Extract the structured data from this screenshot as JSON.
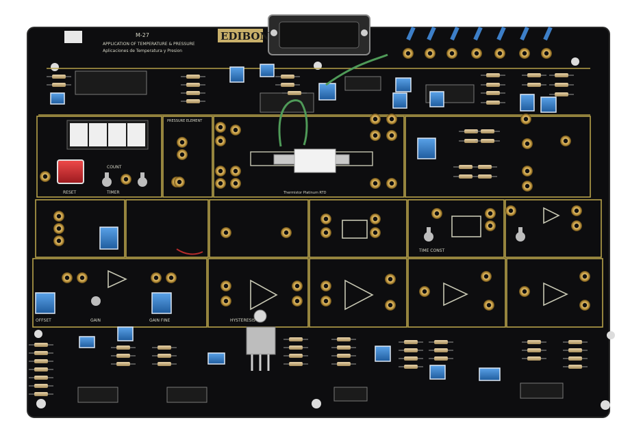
{
  "board": {
    "model": "M-27",
    "title_line1": "APPLICATION OF TEMPERATURE & PRESSURE",
    "title_line2": "Aplicaciones de Temperatura y Presion",
    "brand": "EDIBON"
  },
  "labels": {
    "reset": "RESET",
    "count": "COUNT",
    "timer": "TIMER",
    "offset": "OFFSET",
    "gain": "GAIN",
    "gain_fine": "GAIN FINE",
    "time_const": "TIME CONST",
    "hysteresis": "HYSTERESIS",
    "pressure_element": "PRESSURE ELEMENT",
    "thermistor": "Thermistor Platinum RTD"
  },
  "colors": {
    "board": "#0d0d0f",
    "trace": "#b7a24a",
    "pot_blue": "#2f78c4",
    "reset_red": "#c8282e",
    "jack": "#c9a24e",
    "resistor": "#cfb48a",
    "wire_green": "#4f9a58"
  }
}
